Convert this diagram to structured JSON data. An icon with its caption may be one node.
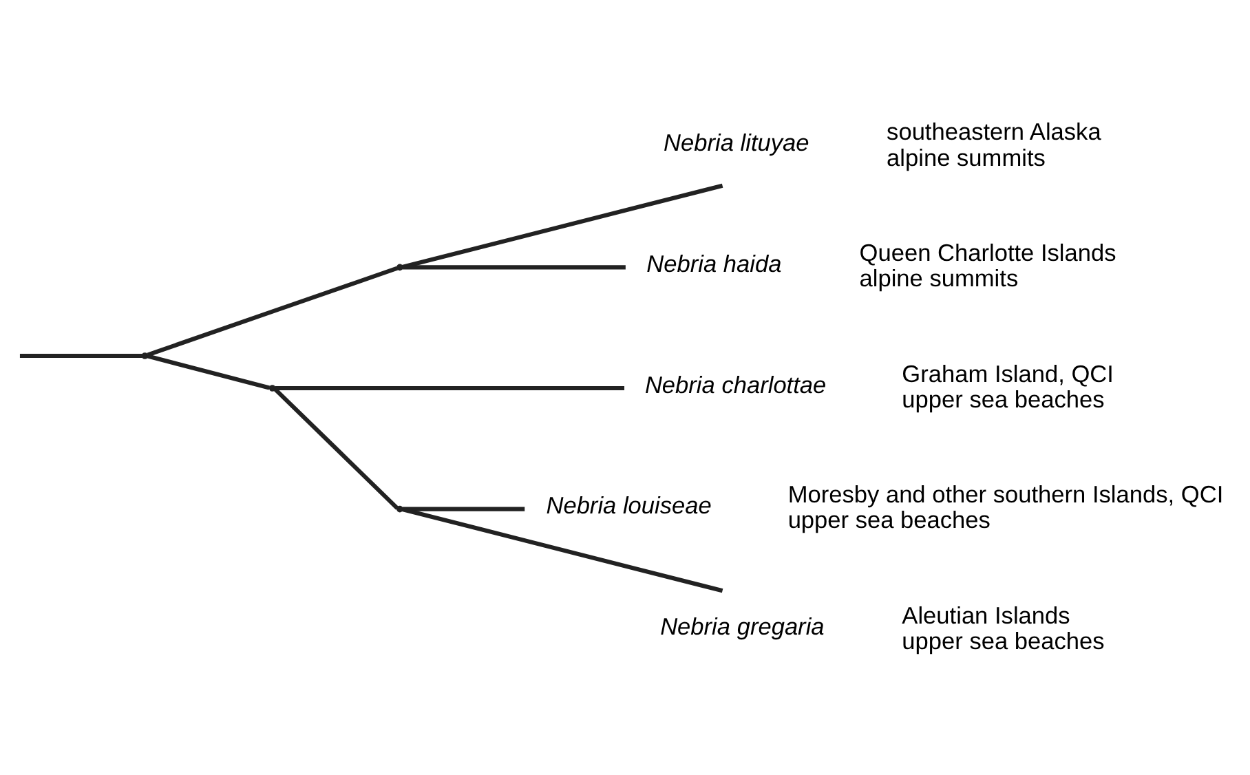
{
  "diagram": {
    "nodes": [
      {
        "text": [],
        "shape": "point"
      },
      {
        "text": [],
        "shape": "point"
      },
      {
        "text": [],
        "shape": "point"
      },
      {
        "text": [],
        "shape": "point"
      },
      {
        "text": [
          "Nebria lituyae"
        ],
        "beside": [
          "southeastern Alaska",
          "alpine summits"
        ]
      },
      {
        "text": [
          "Nebria haida"
        ],
        "beside": [
          "Queen Charlotte Islands",
          "alpine summits"
        ]
      },
      {
        "text": [
          "Nebria charlottae"
        ],
        "beside": [
          "Graham Island, QCI",
          "upper sea beaches"
        ]
      },
      {
        "text": [
          "Nebria louiseae"
        ],
        "beside": [
          "Moresby and other southern Islands, QCI",
          "upper sea beaches"
        ]
      },
      {
        "text": [
          "Nebria gregaria"
        ],
        "beside": [
          "Aleutian Islands",
          "upper sea beaches"
        ]
      }
    ],
    "edges": [
      {
        "from": null,
        "to": 0,
        "arrow": "none"
      },
      {
        "from": 0,
        "to": 1,
        "arrow": "none"
      },
      {
        "from": 0,
        "to": 2,
        "arrow": "none"
      },
      {
        "from": 1,
        "to": 4,
        "arrow": "none"
      },
      {
        "from": 1,
        "to": 5,
        "arrow": "none"
      },
      {
        "from": 2,
        "to": 6,
        "arrow": "none"
      },
      {
        "from": 2,
        "to": 3,
        "arrow": "none"
      },
      {
        "from": 3,
        "to": 7,
        "arrow": "none"
      },
      {
        "from": 3,
        "to": 8,
        "arrow": "none"
      }
    ]
  }
}
